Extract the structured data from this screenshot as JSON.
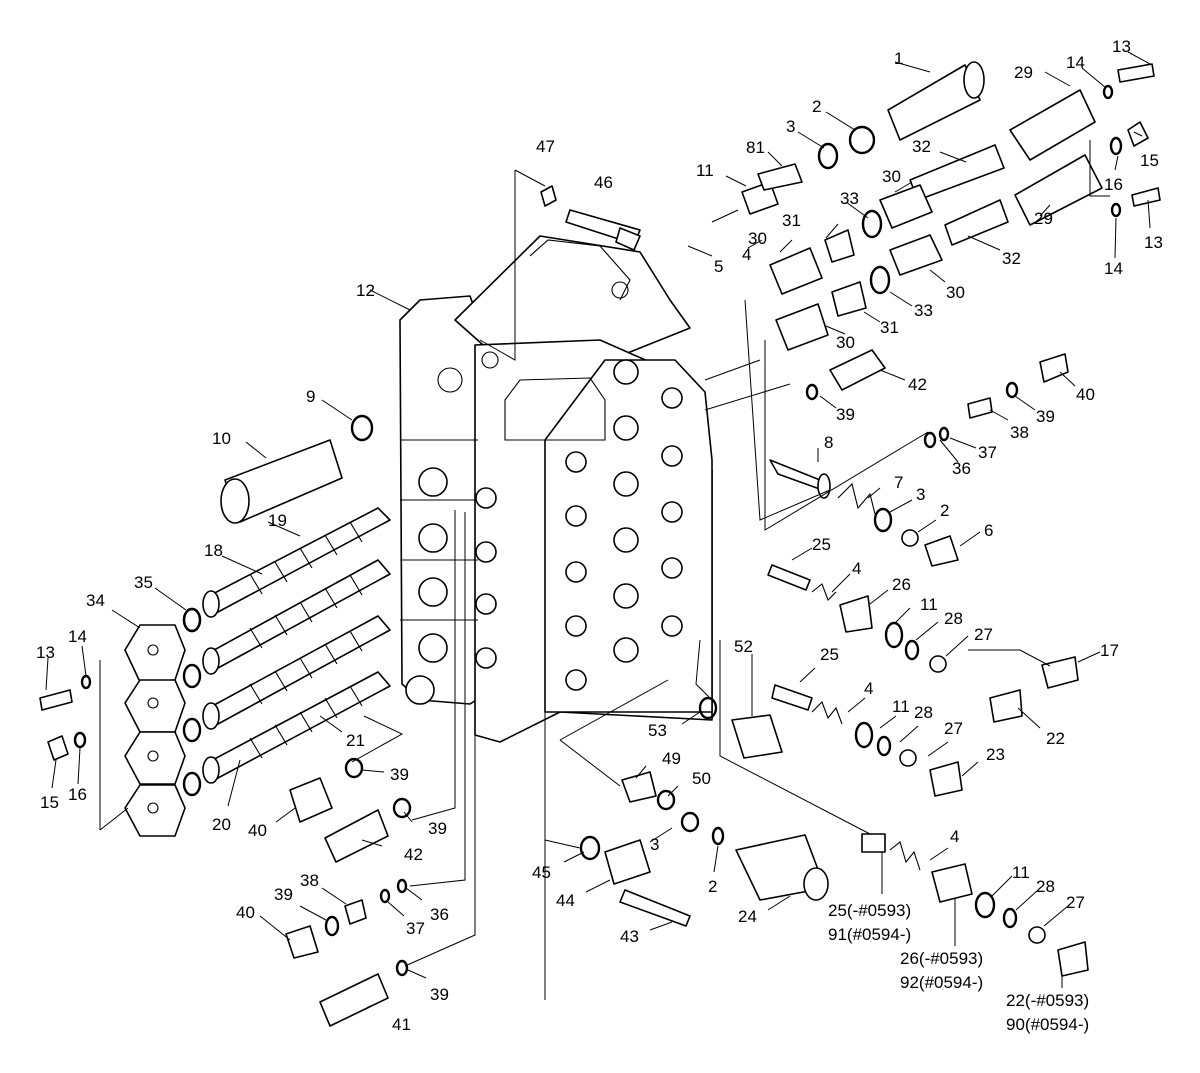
{
  "callouts": [
    {
      "id": "c1",
      "text": "1"
    },
    {
      "id": "c2a",
      "text": "2"
    },
    {
      "id": "c3a",
      "text": "3"
    },
    {
      "id": "c81",
      "text": "81"
    },
    {
      "id": "c11a",
      "text": "11"
    },
    {
      "id": "c47",
      "text": "47"
    },
    {
      "id": "c46",
      "text": "46"
    },
    {
      "id": "c13a",
      "text": "13"
    },
    {
      "id": "c14a",
      "text": "14"
    },
    {
      "id": "c29a",
      "text": "29"
    },
    {
      "id": "c32a",
      "text": "32"
    },
    {
      "id": "c15a",
      "text": "15"
    },
    {
      "id": "c16a",
      "text": "16"
    },
    {
      "id": "c30a",
      "text": "30"
    },
    {
      "id": "c33a",
      "text": "33"
    },
    {
      "id": "c29b",
      "text": "29"
    },
    {
      "id": "c13b",
      "text": "13"
    },
    {
      "id": "c14b",
      "text": "14"
    },
    {
      "id": "c32b",
      "text": "32"
    },
    {
      "id": "c30b",
      "text": "30"
    },
    {
      "id": "c31a",
      "text": "31"
    },
    {
      "id": "c4a",
      "text": "4"
    },
    {
      "id": "c5",
      "text": "5"
    },
    {
      "id": "c30c",
      "text": "30"
    },
    {
      "id": "c33b",
      "text": "33"
    },
    {
      "id": "c31b",
      "text": "31"
    },
    {
      "id": "c30d",
      "text": "30"
    },
    {
      "id": "c12",
      "text": "12"
    },
    {
      "id": "c42a",
      "text": "42"
    },
    {
      "id": "c39a",
      "text": "39"
    },
    {
      "id": "c40a",
      "text": "40"
    },
    {
      "id": "c39b",
      "text": "39"
    },
    {
      "id": "c38a",
      "text": "38"
    },
    {
      "id": "c37a",
      "text": "37"
    },
    {
      "id": "c36a",
      "text": "36"
    },
    {
      "id": "c9",
      "text": "9"
    },
    {
      "id": "c10",
      "text": "10"
    },
    {
      "id": "c8",
      "text": "8"
    },
    {
      "id": "c7",
      "text": "7"
    },
    {
      "id": "c3b",
      "text": "3"
    },
    {
      "id": "c2b",
      "text": "2"
    },
    {
      "id": "c6",
      "text": "6"
    },
    {
      "id": "c19",
      "text": "19"
    },
    {
      "id": "c18",
      "text": "18"
    },
    {
      "id": "c25a",
      "text": "25"
    },
    {
      "id": "c4b",
      "text": "4"
    },
    {
      "id": "c26a",
      "text": "26"
    },
    {
      "id": "c11b",
      "text": "11"
    },
    {
      "id": "c28a",
      "text": "28"
    },
    {
      "id": "c27a",
      "text": "27"
    },
    {
      "id": "c17",
      "text": "17"
    },
    {
      "id": "c22a",
      "text": "22"
    },
    {
      "id": "c35",
      "text": "35"
    },
    {
      "id": "c34",
      "text": "34"
    },
    {
      "id": "c13c",
      "text": "13"
    },
    {
      "id": "c14c",
      "text": "14"
    },
    {
      "id": "c15b",
      "text": "15"
    },
    {
      "id": "c16b",
      "text": "16"
    },
    {
      "id": "c52",
      "text": "52"
    },
    {
      "id": "c25b",
      "text": "25"
    },
    {
      "id": "c4c",
      "text": "4"
    },
    {
      "id": "c11c",
      "text": "11"
    },
    {
      "id": "c28b",
      "text": "28"
    },
    {
      "id": "c27b",
      "text": "27"
    },
    {
      "id": "c23",
      "text": "23"
    },
    {
      "id": "c53",
      "text": "53"
    },
    {
      "id": "c21",
      "text": "21"
    },
    {
      "id": "c39c",
      "text": "39"
    },
    {
      "id": "c49",
      "text": "49"
    },
    {
      "id": "c50",
      "text": "50"
    },
    {
      "id": "c20",
      "text": "20"
    },
    {
      "id": "c40b",
      "text": "40"
    },
    {
      "id": "c39d",
      "text": "39"
    },
    {
      "id": "c42b",
      "text": "42"
    },
    {
      "id": "c3c",
      "text": "3"
    },
    {
      "id": "c45",
      "text": "45"
    },
    {
      "id": "c2c",
      "text": "2"
    },
    {
      "id": "c44",
      "text": "44"
    },
    {
      "id": "c38b",
      "text": "38"
    },
    {
      "id": "c39e",
      "text": "39"
    },
    {
      "id": "c36b",
      "text": "36"
    },
    {
      "id": "c37b",
      "text": "37"
    },
    {
      "id": "c40c",
      "text": "40"
    },
    {
      "id": "c43",
      "text": "43"
    },
    {
      "id": "c24",
      "text": "24"
    },
    {
      "id": "c25c",
      "text": "25(-#0593)"
    },
    {
      "id": "c91",
      "text": "91(#0594-)"
    },
    {
      "id": "c4d",
      "text": "4"
    },
    {
      "id": "c11d",
      "text": "11"
    },
    {
      "id": "c28c",
      "text": "28"
    },
    {
      "id": "c27c",
      "text": "27"
    },
    {
      "id": "c26c",
      "text": "26(-#0593)"
    },
    {
      "id": "c92",
      "text": "92(#0594-)"
    },
    {
      "id": "c22c",
      "text": "22(-#0593)"
    },
    {
      "id": "c90",
      "text": "90(#0594-)"
    },
    {
      "id": "c39f",
      "text": "39"
    },
    {
      "id": "c41",
      "text": "41"
    }
  ]
}
